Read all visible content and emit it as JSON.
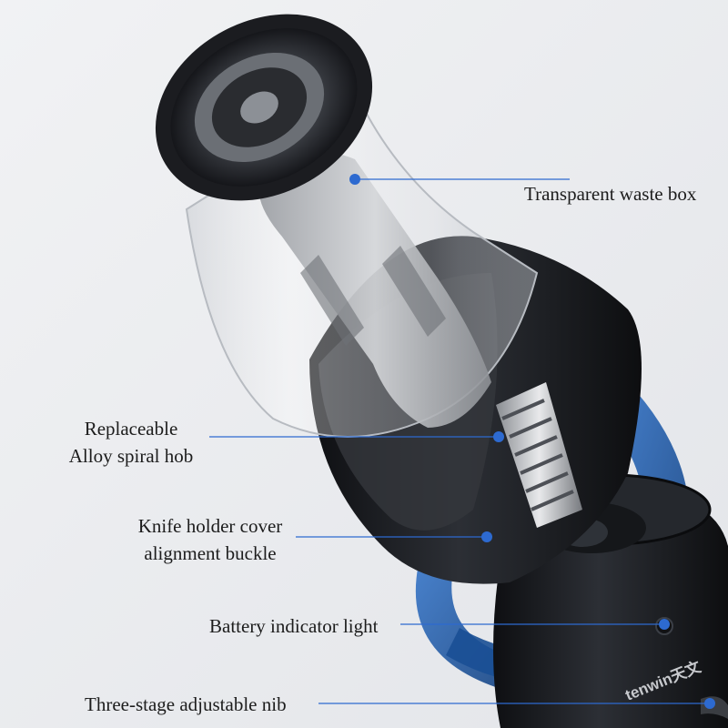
{
  "callouts": {
    "waste_box": "Transparent waste box",
    "hob_line1": "Replaceable",
    "hob_line2": "Alloy spiral hob",
    "buckle_line1": "Knife holder cover",
    "buckle_line2": "alignment buckle",
    "battery": "Battery indicator light",
    "nib": "Three-stage adjustable nib"
  },
  "brand": {
    "logo_text": "tenwin天文"
  },
  "colors": {
    "background": "#eceef1",
    "accent_blue": "#1d5fae",
    "body_black": "#1b1d21",
    "leader_line": "#2d6ad0"
  }
}
